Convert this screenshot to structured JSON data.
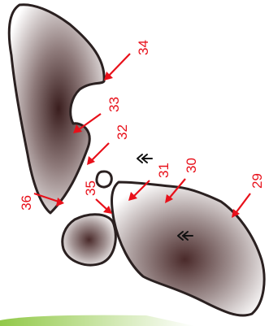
{
  "figure": {
    "colors": {
      "label": "#e8101a",
      "shape_dark": "#3a1e1e",
      "shape_light": "#ffffff",
      "outline": "#2a2020",
      "corner_accent": "#8cc63f"
    },
    "labels": {
      "l29": "29",
      "l30": "30",
      "l31": "31",
      "l32": "32",
      "l33": "33",
      "l34": "34",
      "l35": "35",
      "l36": "36"
    },
    "icons": [
      "double-chevron-left-icon",
      "double-chevron-left-icon"
    ]
  }
}
